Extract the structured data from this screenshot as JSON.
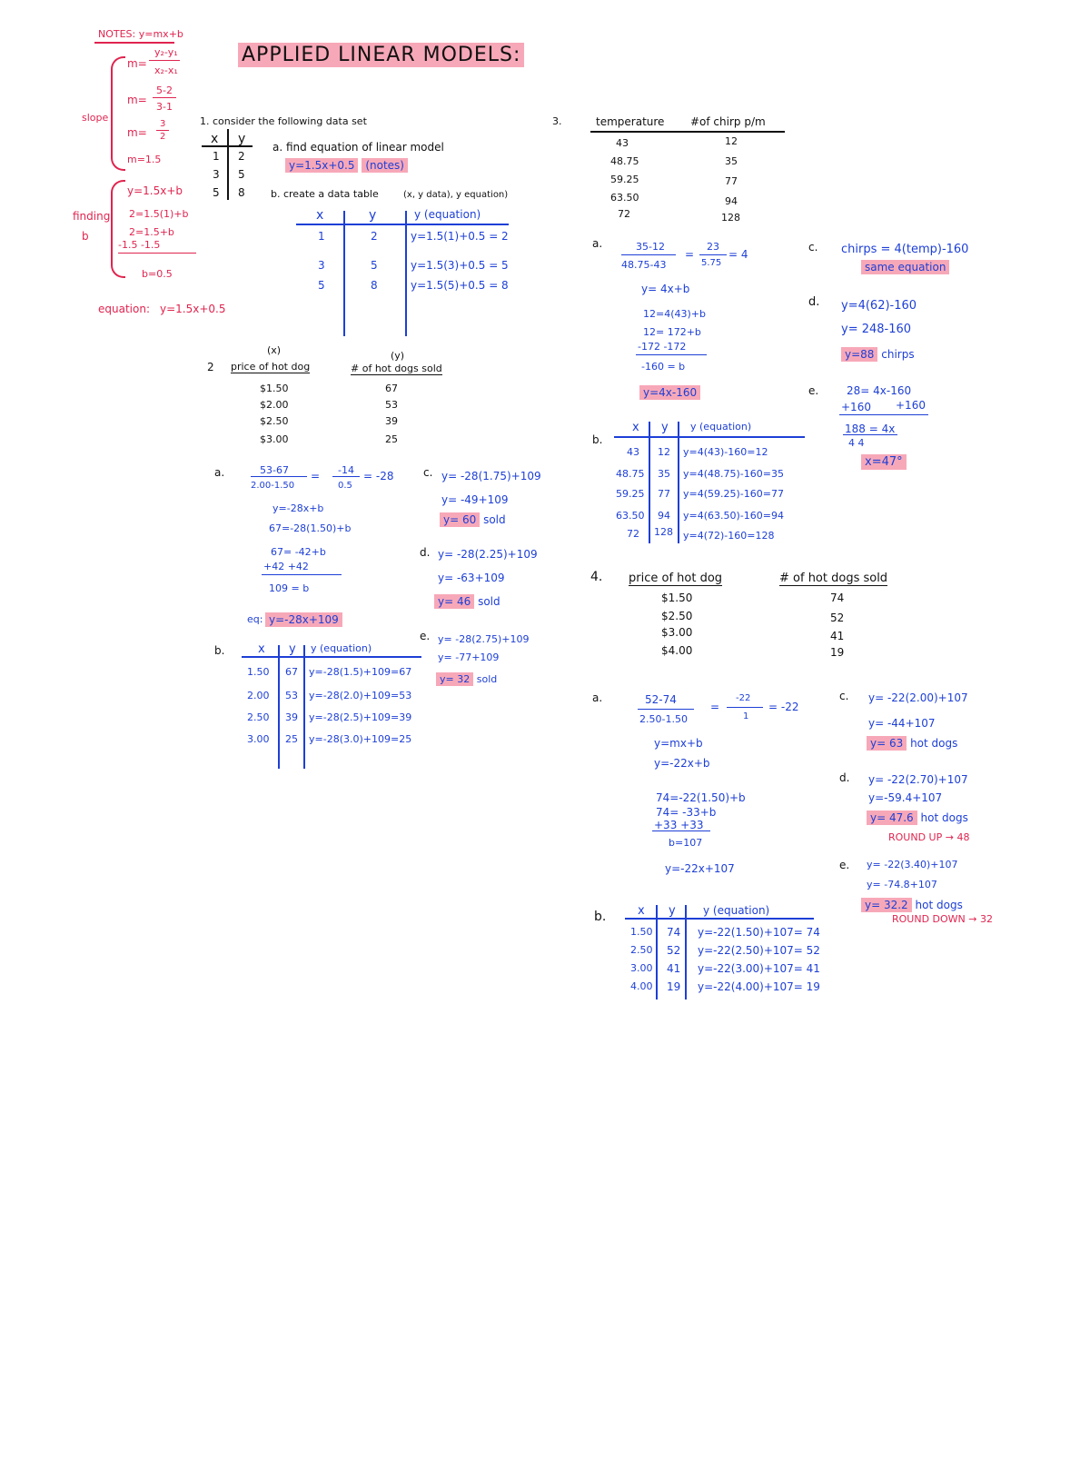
{
  "title": "APPLIED LINEAR MODELS:",
  "notes": {
    "header": "NOTES: y=mx+b",
    "slope_formula_m": "m=",
    "slope_formula_num": "y₂-y₁",
    "slope_formula_den": "x₂-x₁",
    "m2_num": "5-2",
    "m2_den": "3-1",
    "m3_num": "3",
    "m3_den": "2",
    "m_eq": "m=",
    "m4": "m=1.5",
    "slope_label": "slope",
    "find1": "y=1.5x+b",
    "find2": "2=1.5(1)+b",
    "find3": "2=1.5+b",
    "find4": "-1.5 -1.5",
    "find5": "b=0.5",
    "finding_label": "finding",
    "b_label": "b",
    "equation_label": "equation:",
    "equation": "y=1.5x+0.5"
  },
  "p1": {
    "prompt": "1. consider the following data set",
    "th_x": "x",
    "th_y": "y",
    "xs": [
      "1",
      "3",
      "5"
    ],
    "ys": [
      "2",
      "5",
      "8"
    ],
    "a_text": "a. find equation of linear model",
    "a_answer": "y=1.5x+0.5",
    "a_note": "(notes)",
    "b_text": "b. create a data table",
    "b_note": "(x, y data), y equation)",
    "tb_x": "x",
    "tb_y": "y",
    "tb_eq": "y (equation)",
    "tb_xs": [
      "1",
      "3",
      "5"
    ],
    "tb_ys": [
      "2",
      "5",
      "8"
    ],
    "tb_eqs": [
      "y=1.5(1)+0.5 = 2",
      "y=1.5(3)+0.5 = 5",
      "y=1.5(5)+0.5 = 8"
    ]
  },
  "p2": {
    "num": "2",
    "x_tag": "(x)",
    "y_tag": "(y)",
    "col1": "price of hot dog",
    "col2": "# of hot dogs sold",
    "prices": [
      "$1.50",
      "$2.00",
      "$2.50",
      "$3.00"
    ],
    "solds": [
      "67",
      "53",
      "39",
      "25"
    ],
    "a": "a.",
    "a_num": "53-67",
    "a_den": "2.00-1.50",
    "a_eq1": "=",
    "a_num2": "-14",
    "a_den2": "0.5",
    "a_res": "= -28",
    "a_l1": "y=-28x+b",
    "a_l2": "67=-28(1.50)+b",
    "a_l3": "67= -42+b",
    "a_l4": "+42 +42",
    "a_l5": "109 = b",
    "eq_label": "eq:",
    "eq": "y=-28x+109",
    "b": "b.",
    "bt_x": "x",
    "bt_y": "y",
    "bt_eq": "y (equation)",
    "bt_xs": [
      "1.50",
      "2.00",
      "2.50",
      "3.00"
    ],
    "bt_ys": [
      "67",
      "53",
      "39",
      "25"
    ],
    "bt_eqs": [
      "y=-28(1.5)+109=67",
      "y=-28(2.0)+109=53",
      "y=-28(2.5)+109=39",
      "y=-28(3.0)+109=25"
    ],
    "c": "c.",
    "c1": "y= -28(1.75)+109",
    "c2": "y= -49+109",
    "c3": "y= 60",
    "c3b": "sold",
    "d": "d.",
    "d1": "y= -28(2.25)+109",
    "d2": "y= -63+109",
    "d3": "y= 46",
    "d3b": "sold",
    "e": "e.",
    "e1": "y= -28(2.75)+109",
    "e2": "y= -77+109",
    "e3": "y= 32",
    "e3b": "sold"
  },
  "p3": {
    "num": "3.",
    "col1": "temperature",
    "col2": "#of chirp p/m",
    "temps": [
      "43",
      "48.75",
      "59.25",
      "63.50",
      "72"
    ],
    "chirps": [
      "12",
      "35",
      "77",
      "94",
      "128"
    ],
    "a": "a.",
    "a_num": "35-12",
    "a_den": "48.75-43",
    "a_eq": "=",
    "a_num2": "23",
    "a_den2": "5.75",
    "a_res": "= 4",
    "a_l1": "y= 4x+b",
    "a_l2": "12=4(43)+b",
    "a_l3": "12= 172+b",
    "a_l4": "-172 -172",
    "a_l5": "-160 = b",
    "a_eq_final": "y=4x-160",
    "b": "b.",
    "bt_x": "x",
    "bt_y": "y",
    "bt_eq": "y (equation)",
    "bt_xs": [
      "43",
      "48.75",
      "59.25",
      "63.50",
      "72"
    ],
    "bt_ys": [
      "12",
      "35",
      "77",
      "94",
      "128"
    ],
    "bt_eqs": [
      "y=4(43)-160=12",
      "y=4(48.75)-160=35",
      "y=4(59.25)-160=77",
      "y=4(63.50)-160=94",
      "y=4(72)-160=128"
    ],
    "c": "c.",
    "c1": "chirps = 4(temp)-160",
    "c2": "same equation",
    "d": "d.",
    "d1": "y=4(62)-160",
    "d2": "y= 248-160",
    "d3": "y=88",
    "d3b": "chirps",
    "e": "e.",
    "e1": "28= 4x-160",
    "e2a": "+160",
    "e2b": "+160",
    "e3": "188 = 4x",
    "e4": "4     4",
    "e5": "x=47°"
  },
  "p4": {
    "num": "4.",
    "col1": "price of hot dog",
    "col2": "# of hot dogs sold",
    "prices": [
      "$1.50",
      "$2.50",
      "$3.00",
      "$4.00"
    ],
    "solds": [
      "74",
      "52",
      "41",
      "19"
    ],
    "a": "a.",
    "a_num": "52-74",
    "a_den": "2.50-1.50",
    "a_eq": "=",
    "a_num2": "-22",
    "a_den2": "1",
    "a_res": "= -22",
    "a_l1": "y=mx+b",
    "a_l2": "y=-22x+b",
    "a_l3": "74=-22(1.50)+b",
    "a_l4": "74= -33+b",
    "a_l5": "+33 +33",
    "a_l6": "b=107",
    "a_final": "y=-22x+107",
    "b": "b.",
    "bt_x": "x",
    "bt_y": "y",
    "bt_eq": "y (equation)",
    "bt_xs": [
      "1.50",
      "2.50",
      "3.00",
      "4.00"
    ],
    "bt_ys": [
      "74",
      "52",
      "41",
      "19"
    ],
    "bt_eqs": [
      "y=-22(1.50)+107= 74",
      "y=-22(2.50)+107= 52",
      "y=-22(3.00)+107= 41",
      "y=-22(4.00)+107= 19"
    ],
    "c": "c.",
    "c1": "y= -22(2.00)+107",
    "c2": "y= -44+107",
    "c3": "y= 63",
    "c3b": "hot dogs",
    "d": "d.",
    "d1": "y= -22(2.70)+107",
    "d2": "y=-59.4+107",
    "d3": "y= 47.6",
    "d3b": "hot dogs",
    "d4": "ROUND UP → 48",
    "e": "e.",
    "e1": "y= -22(3.40)+107",
    "e2": "y= -74.8+107",
    "e3": "y= 32.2",
    "e3b": "hot dogs",
    "e4": "ROUND DOWN → 32"
  }
}
